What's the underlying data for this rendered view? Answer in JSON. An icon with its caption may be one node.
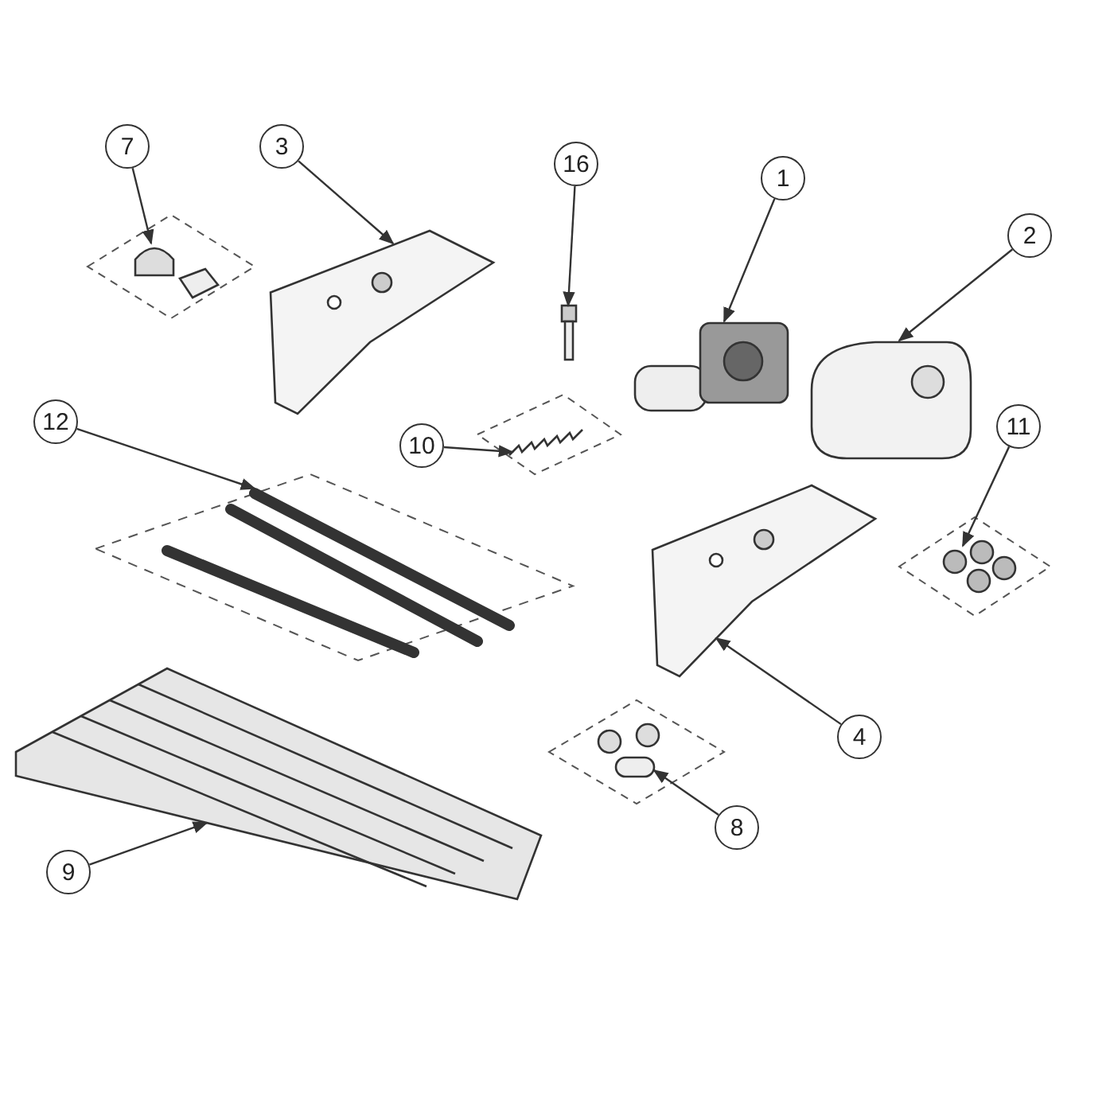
{
  "diagram": {
    "nodes": [
      {
        "text": [
          "7"
        ]
      },
      {
        "text": [
          "3"
        ]
      },
      {
        "text": [
          "16"
        ]
      },
      {
        "text": [
          "1"
        ]
      },
      {
        "text": [
          "2"
        ]
      },
      {
        "text": [
          "12"
        ]
      },
      {
        "text": [
          "10"
        ]
      },
      {
        "text": [
          "11"
        ]
      },
      {
        "text": [
          "4"
        ]
      },
      {
        "text": [
          "8"
        ]
      },
      {
        "text": [
          "9"
        ]
      },
      {
        "text": [],
        "shape": "picture"
      },
      {
        "text": [],
        "shape": "picture"
      },
      {
        "text": [],
        "shape": "picture"
      },
      {
        "text": [],
        "shape": "picture"
      },
      {
        "text": [],
        "shape": "picture"
      },
      {
        "text": [],
        "shape": "picture"
      },
      {
        "text": [],
        "shape": "picture"
      },
      {
        "text": [],
        "shape": "picture"
      },
      {
        "text": [],
        "shape": "picture"
      },
      {
        "text": [],
        "shape": "picture"
      },
      {
        "text": [],
        "shape": "picture"
      }
    ],
    "edges": [
      {
        "from": 0,
        "to": 11,
        "arrow": "to"
      },
      {
        "from": 1,
        "to": 12,
        "arrow": "to"
      },
      {
        "from": 2,
        "to": 13,
        "arrow": "to"
      },
      {
        "from": 3,
        "to": 14,
        "arrow": "to"
      },
      {
        "from": 4,
        "to": 15,
        "arrow": "to"
      },
      {
        "from": 5,
        "to": 16,
        "arrow": "to"
      },
      {
        "from": 6,
        "to": 17,
        "arrow": "to"
      },
      {
        "from": 7,
        "to": 18,
        "arrow": "to"
      },
      {
        "from": 8,
        "to": 19,
        "arrow": "to"
      },
      {
        "from": 9,
        "to": 20,
        "arrow": "to"
      },
      {
        "from": 10,
        "to": 21,
        "arrow": "to"
      }
    ]
  }
}
